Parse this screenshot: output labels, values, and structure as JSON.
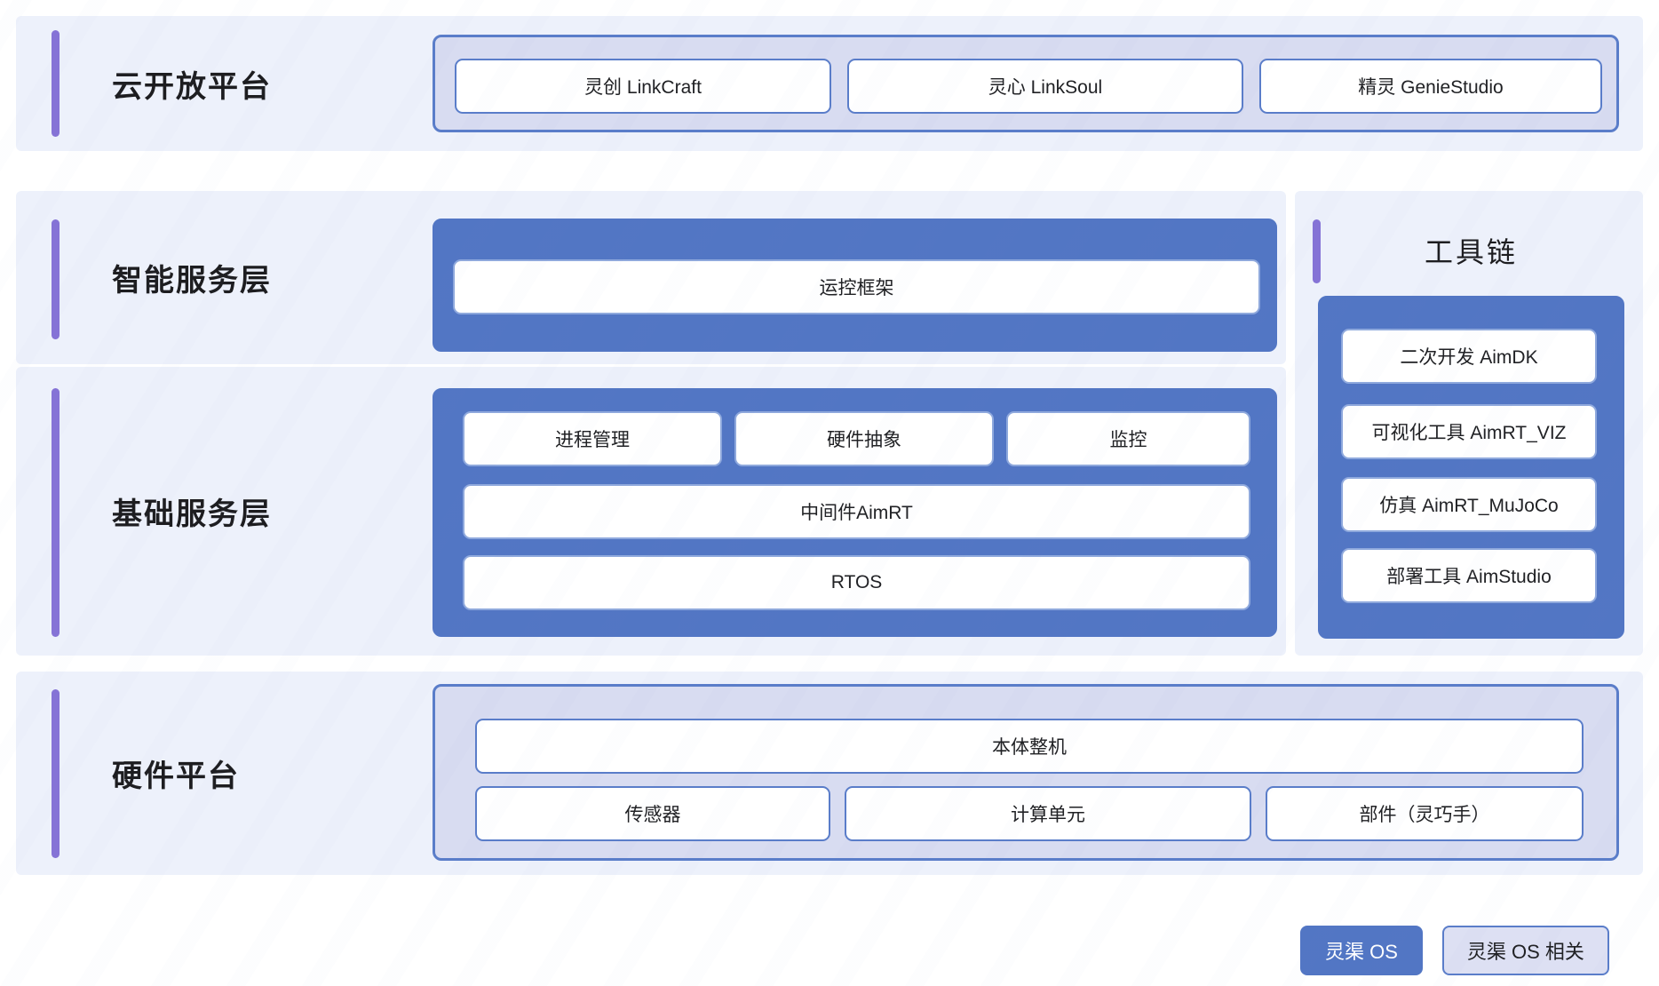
{
  "diagram": {
    "legend": [
      {
        "label": "灵渠 OS",
        "style": "primary",
        "color": "#5276c4"
      },
      {
        "label": "灵渠 OS 相关",
        "style": "secondary",
        "color": "#dde0f3"
      }
    ],
    "rows": [
      {
        "id": "cloud-open-platform",
        "label": "云开放平台",
        "container_style": "light",
        "items": [
          "灵创 LinkCraft",
          "灵心 LinkSoul",
          "精灵 GenieStudio"
        ]
      },
      {
        "id": "intelligent-service-layer",
        "label": "智能服务层",
        "container_style": "solid",
        "items": [
          "运控框架"
        ]
      },
      {
        "id": "basic-service-layer",
        "label": "基础服务层",
        "container_style": "solid",
        "items": [
          "进程管理",
          "硬件抽象",
          "监控",
          "中间件AimRT",
          "RTOS"
        ]
      },
      {
        "id": "hardware-platform",
        "label": "硬件平台",
        "container_style": "light",
        "items": [
          "本体整机",
          "传感器",
          "计算单元",
          "部件（灵巧手）"
        ]
      }
    ],
    "toolchain": {
      "title": "工具链",
      "container_style": "solid",
      "items": [
        "二次开发 AimDK",
        "可视化工具 AimRT_VIZ",
        "仿真 AimRT_MuJoCo",
        "部署工具 AimStudio"
      ]
    },
    "colors": {
      "accent_bar": "#8573d6",
      "row_background": "#edf1fb",
      "panel_light": "#d8dcf1",
      "panel_solid": "#5276c4",
      "border_blue": "#5a7dc9",
      "text": "#202124"
    }
  }
}
